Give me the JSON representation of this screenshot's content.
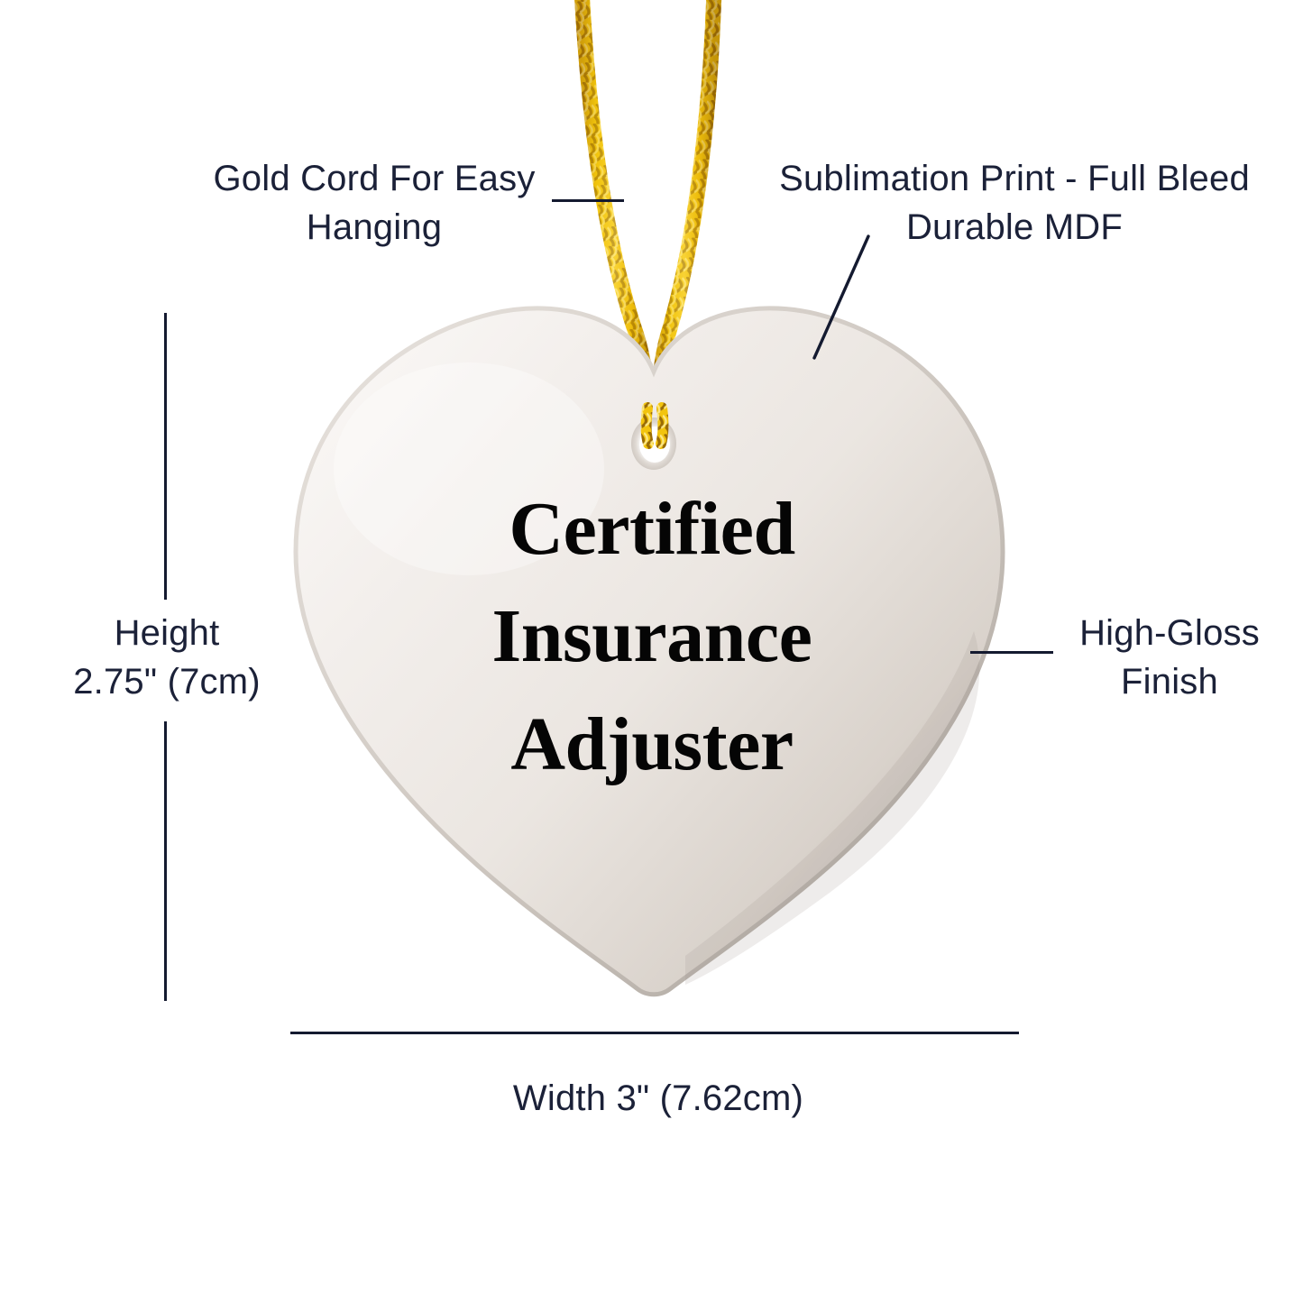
{
  "product": {
    "shape": "heart-ornament",
    "material_note": "MDF ornament with gold cord",
    "imprint_lines": [
      "Certified",
      "Insurance",
      "Adjuster"
    ],
    "imprint_text": "Certified Insurance Adjuster",
    "surface_color_light": "#f6f3f0",
    "surface_color_shadow": "#b4aea8",
    "cord_color_highlight": "#ffd84d",
    "cord_color_mid": "#eab308",
    "cord_color_shadow": "#9a6b06",
    "hole_color": "#ffffff"
  },
  "annotations": {
    "gold_cord": "Gold Cord For Easy\nHanging",
    "sublimation": "Sublimation Print - Full Bleed\nDurable MDF",
    "gloss": "High-Gloss\nFinish",
    "height": "Height\n2.75\" (7cm)",
    "width": "Width 3\" (7.62cm)",
    "text_color": "#1b2138",
    "line_color": "#141a30"
  },
  "dimensions": {
    "height_inches": "2.75\"",
    "height_cm": "7cm",
    "width_inches": "3\"",
    "width_cm": "7.62cm"
  }
}
